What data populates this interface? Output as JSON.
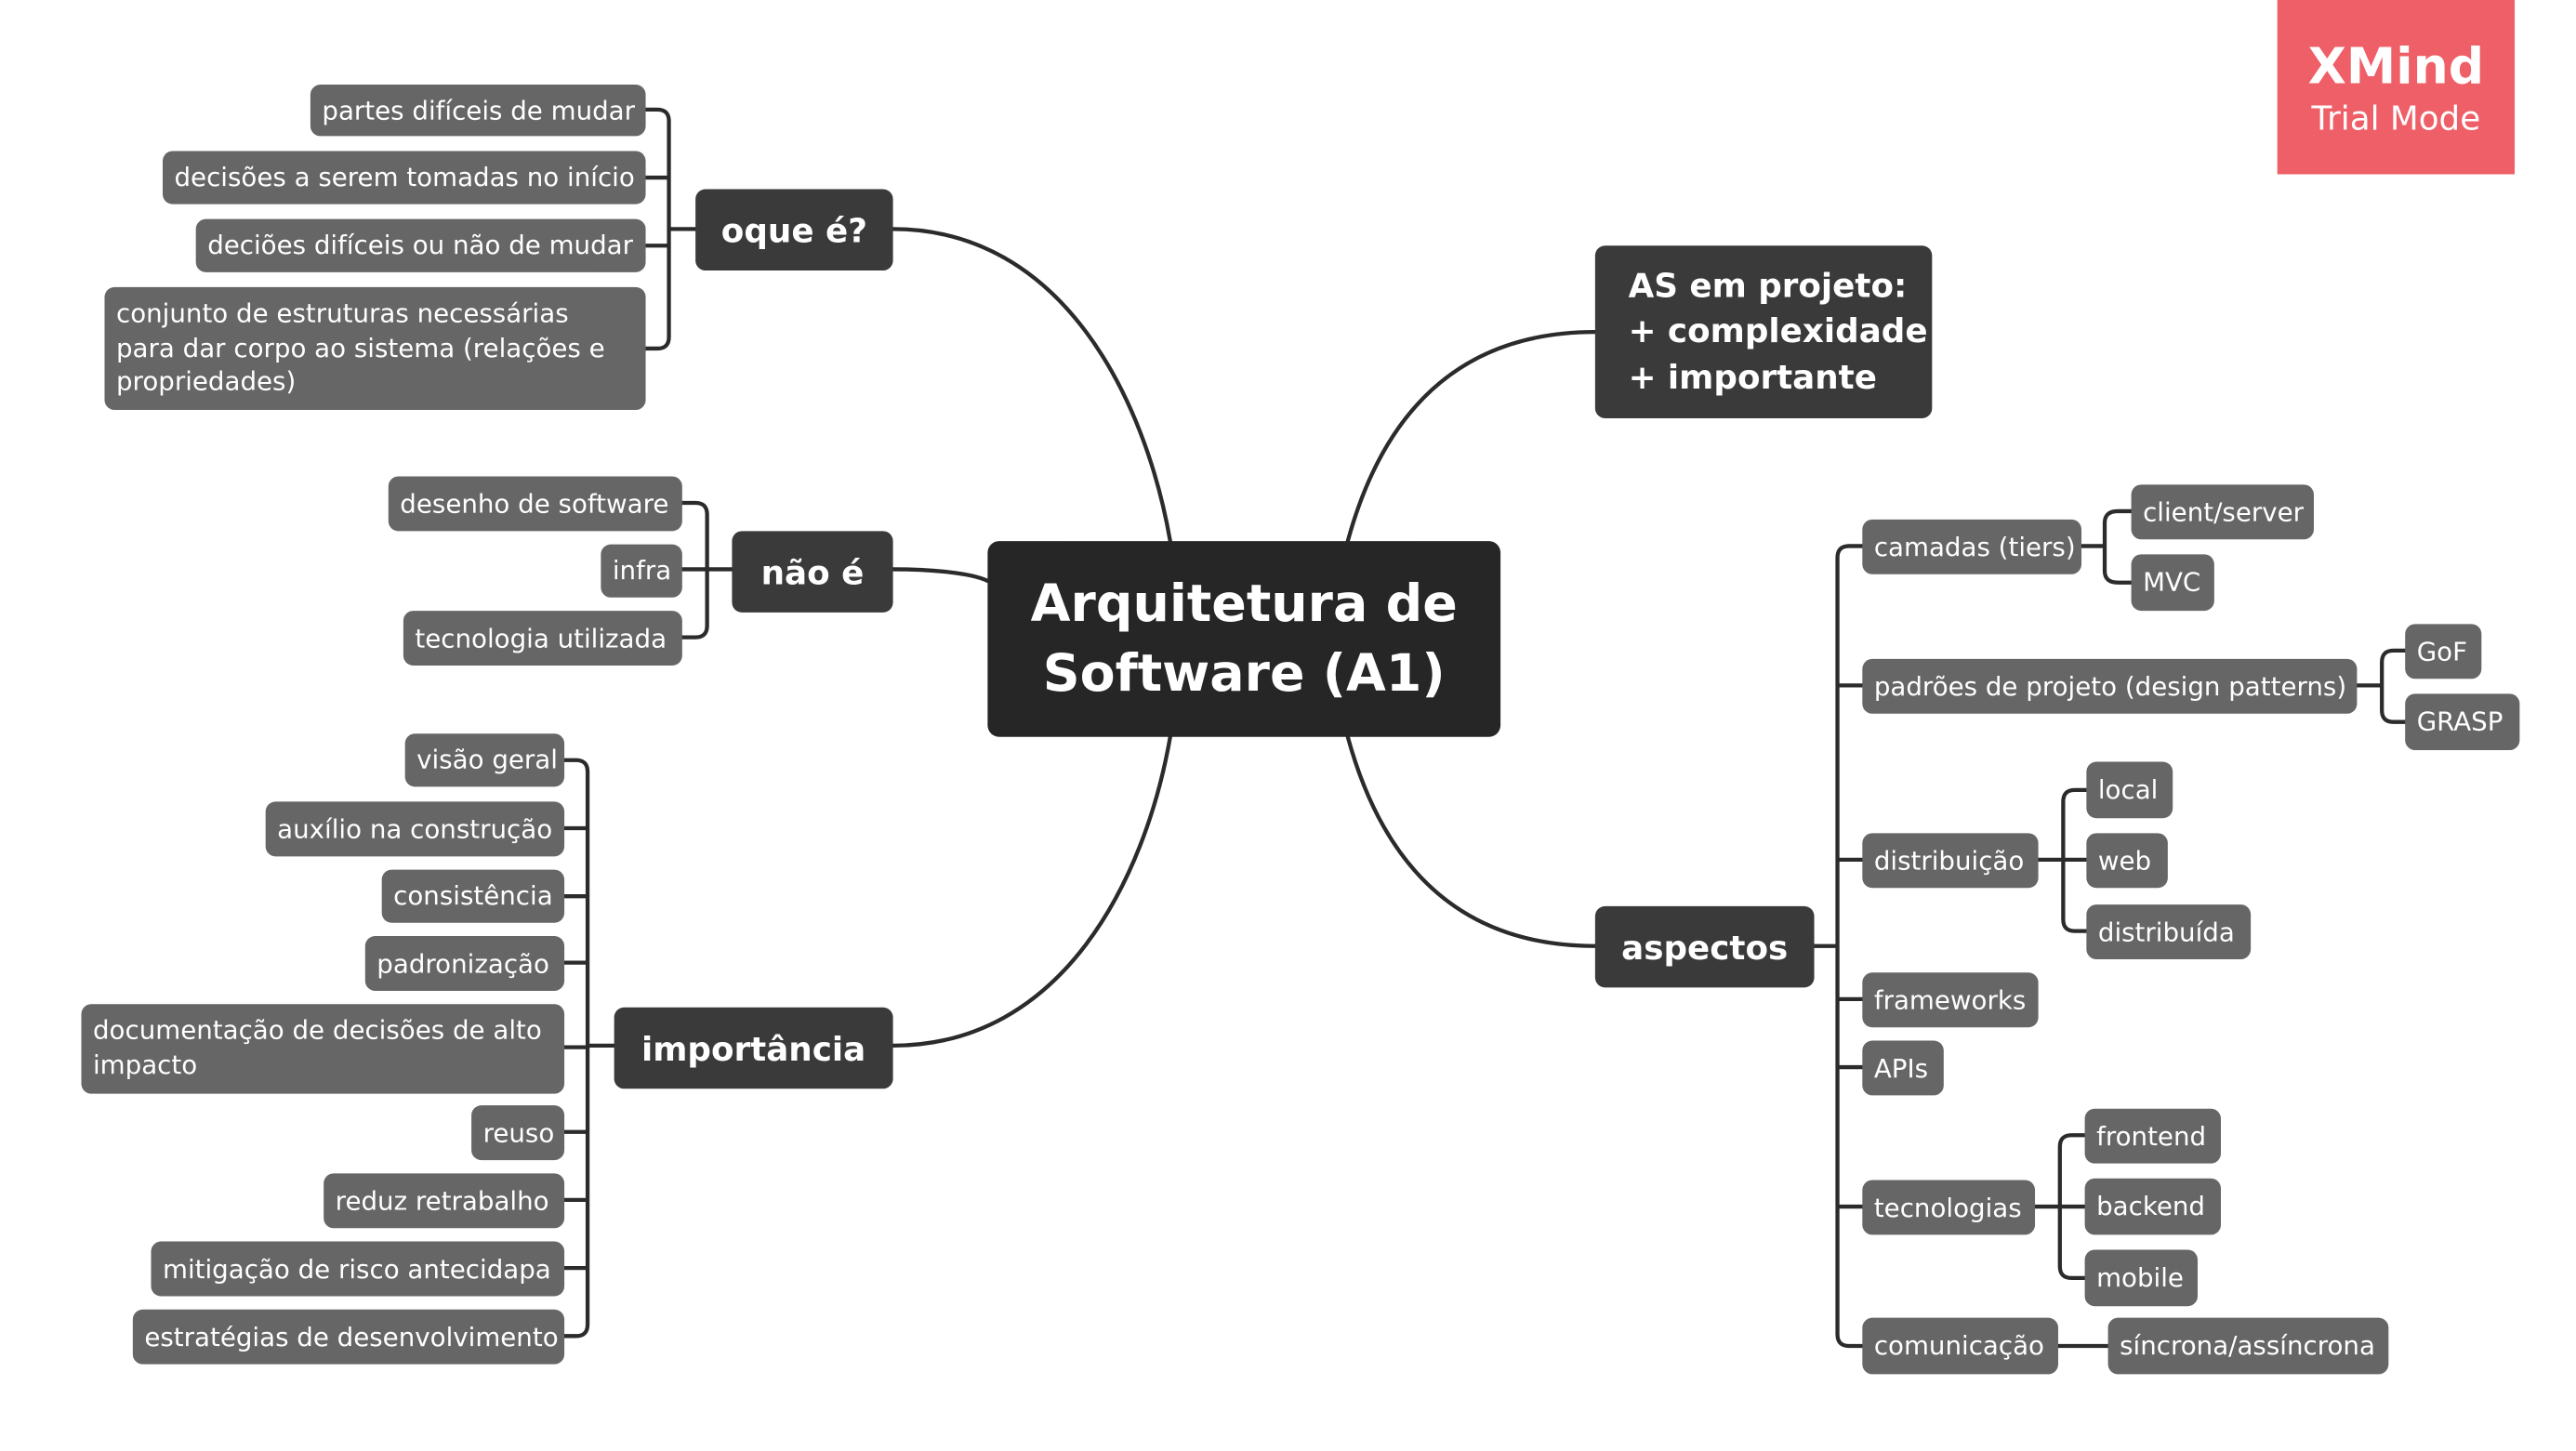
{
  "central": {
    "line1": "Arquitetura de",
    "line2": "Software (A1)"
  },
  "watermark": {
    "brand": "XMind",
    "mode": "Trial Mode",
    "color": "#ef5f67"
  },
  "colors": {
    "central_bg": "#262626",
    "topic_bg": "#3a3a3a",
    "leaf_bg": "#666666",
    "line": "#2b2b2b"
  },
  "branches": {
    "oque_e": {
      "label": "oque é?",
      "items": [
        "partes difíceis de mudar",
        "decisões a serem tomadas no início",
        "deciões difíceis ou não de mudar",
        "conjunto de estruturas necessárias para dar corpo ao sistema (relações e propriedades)"
      ]
    },
    "nao_e": {
      "label": "não é",
      "items": [
        "desenho de software",
        "infra",
        "tecnologia utilizada"
      ]
    },
    "importancia": {
      "label": "importância",
      "items": [
        "visão geral",
        "auxílio na construção",
        "consistência",
        "padronização",
        "documentação de decisões de alto impacto",
        "reuso",
        "reduz retrabalho",
        "mitigação de risco antecidapa",
        "estratégias de desenvolvimento"
      ]
    },
    "as_projeto": {
      "lines": [
        "AS em projeto:",
        "+ complexidade",
        "+ importante"
      ]
    },
    "aspectos": {
      "label": "aspectos",
      "camadas": {
        "label": "camadas (tiers)",
        "children": [
          "client/server",
          "MVC"
        ]
      },
      "padroes": {
        "label": "padrões de projeto (design patterns)",
        "children": [
          "GoF",
          "GRASP"
        ]
      },
      "distribuicao": {
        "label": "distribuição",
        "children": [
          "local",
          "web",
          "distribuída"
        ]
      },
      "frameworks": {
        "label": "frameworks"
      },
      "apis": {
        "label": "APIs"
      },
      "tecnologias": {
        "label": "tecnologias",
        "children": [
          "frontend",
          "backend",
          "mobile"
        ]
      },
      "comunicacao": {
        "label": "comunicação",
        "children": [
          "síncrona/assíncrona"
        ]
      }
    }
  }
}
